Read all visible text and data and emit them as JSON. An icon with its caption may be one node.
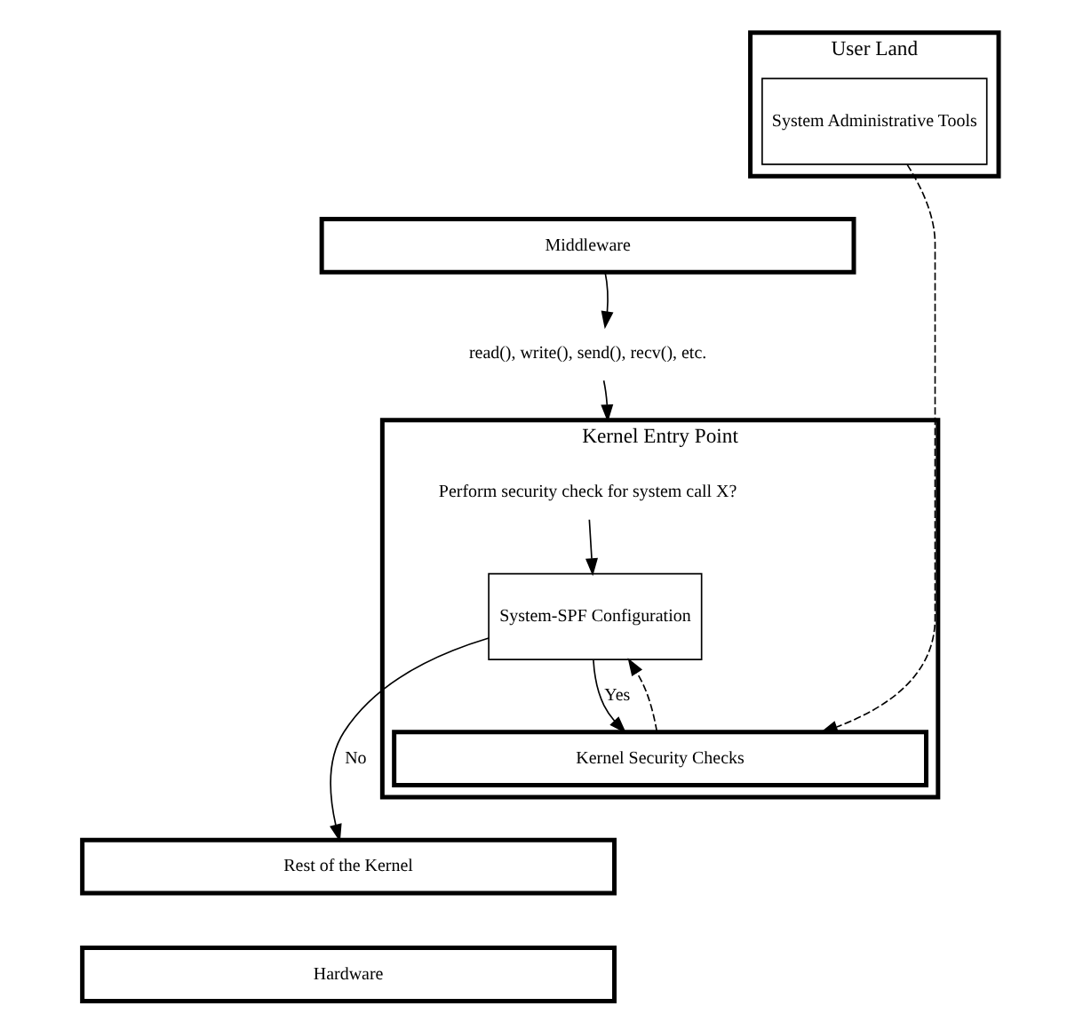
{
  "diagram": {
    "nodes": [
      {
        "text": [
          "User Land"
        ]
      },
      {
        "text": [
          "System Administrative Tools"
        ],
        "in": 0
      },
      {
        "text": [
          "Middleware"
        ]
      },
      {
        "text": [
          "read(), write(), send(), recv(), etc."
        ]
      },
      {
        "text": [
          "Kernel Entry Point"
        ]
      },
      {
        "text": [
          "Perform security check for system call X?"
        ],
        "in": 4
      },
      {
        "text": [
          "System-SPF Configuration"
        ],
        "in": 4
      },
      {
        "text": [
          "Kernel Security Checks"
        ],
        "in": 4
      },
      {
        "text": [
          "Rest of the Kernel"
        ]
      },
      {
        "text": [
          "Hardware"
        ]
      }
    ],
    "edges": [
      {
        "from": 2,
        "to": 3,
        "arrow": "to"
      },
      {
        "from": 3,
        "to": 4,
        "arrow": "to"
      },
      {
        "from": 1,
        "to": 7,
        "arrow": "to",
        "style": "dashed"
      },
      {
        "from": 5,
        "to": 6,
        "arrow": "to"
      },
      {
        "from": 7,
        "to": 6,
        "arrow": "to",
        "style": "dashed"
      },
      {
        "from": 6,
        "to": 7,
        "arrow": "to",
        "label": "Yes"
      },
      {
        "from": 6,
        "to": 8,
        "arrow": "to",
        "label": "No"
      }
    ]
  }
}
